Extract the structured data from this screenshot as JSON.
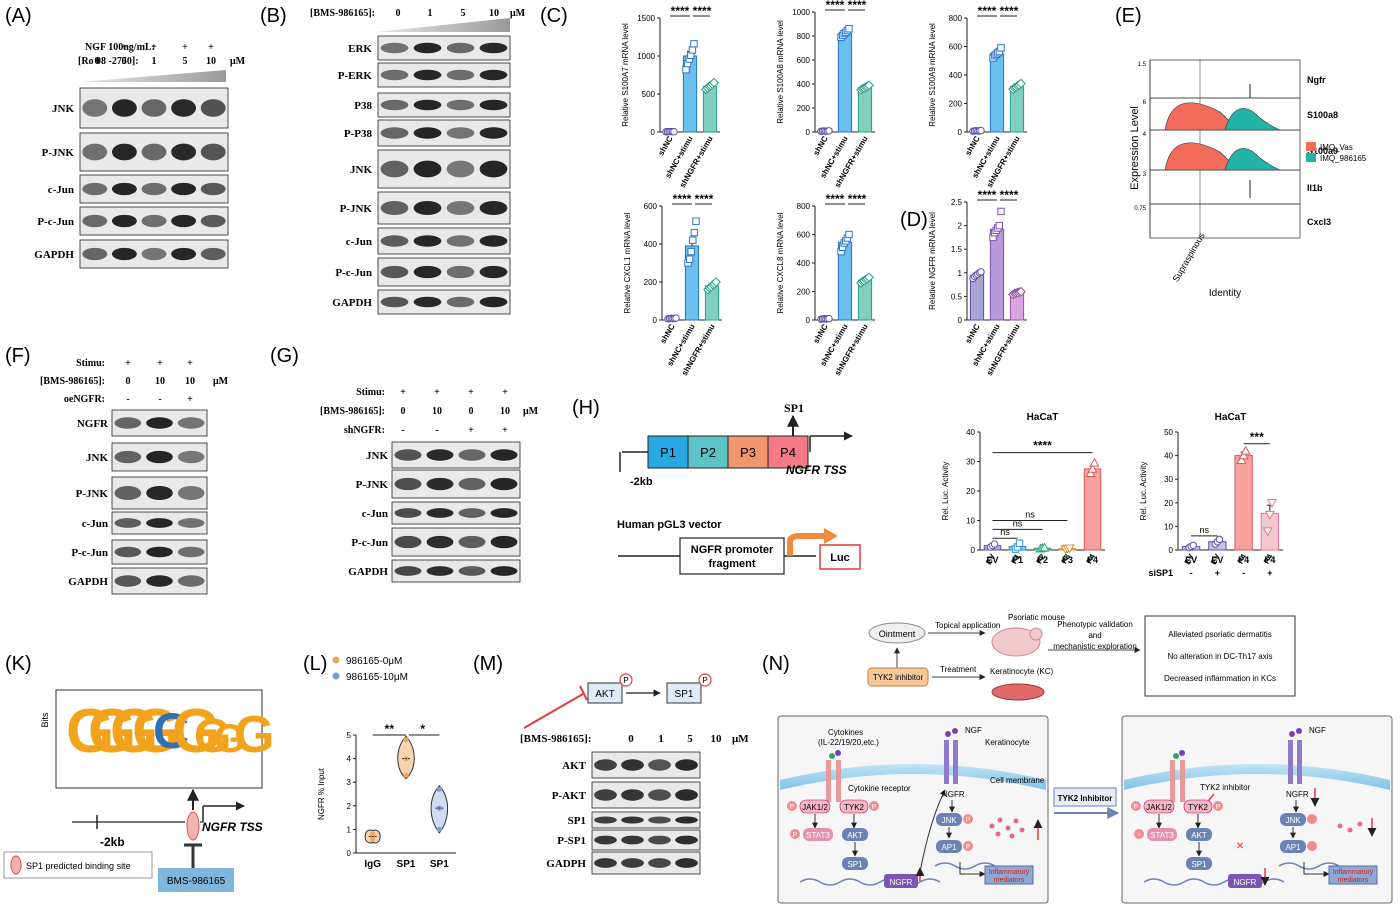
{
  "panels": {
    "A": {
      "letter": "(A)",
      "rows": [
        {
          "label": "NGF 100ng/mL:",
          "values": [
            "-",
            "+",
            "+",
            "+",
            "+"
          ]
        },
        {
          "label": "[Ro 08 -2750]:",
          "values": [
            "0",
            "0",
            "1",
            "5",
            "10"
          ],
          "unit": "μM"
        }
      ],
      "blots": [
        "JNK",
        "P-JNK",
        "c-Jun",
        "P-c-Jun",
        "GAPDH"
      ]
    },
    "B": {
      "letter": "(B)",
      "treatment": "[BMS-986165]:",
      "doses": [
        "0",
        "1",
        "5",
        "10"
      ],
      "unit": "μM",
      "blots": [
        "ERK",
        "P-ERK",
        "P38",
        "P-P38",
        "JNK",
        "P-JNK",
        "c-Jun",
        "P-c-Jun",
        "GAPDH"
      ]
    },
    "C": {
      "letter": "(C)"
    },
    "D": {
      "letter": "(D)"
    },
    "E": {
      "letter": "(E)",
      "genes": [
        "Ngfr",
        "S100a8",
        "S100a9",
        "Il1b",
        "Cxcl3"
      ],
      "ylabel": "Expression Level",
      "xlabel": "Identity",
      "xtick": "Supraspinous",
      "ticks": [
        "1.5",
        "6",
        "4",
        "3",
        "0.75"
      ],
      "legend": [
        {
          "name": "IMQ_Vas",
          "color": "#f26b5b"
        },
        {
          "name": "IMQ_986165",
          "color": "#21b3a8"
        }
      ]
    },
    "F": {
      "letter": "(F)",
      "rows": [
        {
          "label": "Stimu:",
          "values": [
            "+",
            "+",
            "+"
          ]
        },
        {
          "label": "[BMS-986165]:",
          "values": [
            "0",
            "10",
            "10"
          ],
          "unit": "μM"
        },
        {
          "label": "oeNGFR:",
          "values": [
            "-",
            "-",
            "+"
          ]
        }
      ],
      "blots": [
        "NGFR",
        "JNK",
        "P-JNK",
        "c-Jun",
        "P-c-Jun",
        "GAPDH"
      ]
    },
    "G": {
      "letter": "(G)",
      "rows": [
        {
          "label": "Stimu:",
          "values": [
            "+",
            "+",
            "+",
            "+"
          ]
        },
        {
          "label": "[BMS-986165]:",
          "values": [
            "0",
            "10",
            "0",
            "10"
          ],
          "unit": "μM"
        },
        {
          "label": "shNGFR:",
          "values": [
            "-",
            "-",
            "+",
            "+"
          ]
        }
      ],
      "blots": [
        "JNK",
        "P-JNK",
        "c-Jun",
        "P-c-Jun",
        "GAPDH"
      ]
    },
    "H": {
      "letter": "(H)",
      "segments": [
        "P1",
        "P2",
        "P3",
        "P4"
      ],
      "segment_colors": [
        "#29a9e1",
        "#5cc3c8",
        "#f0966e",
        "#f47b86"
      ],
      "sp1": "SP1",
      "start": "-2kb",
      "tss": "NGFR TSS",
      "vector": "Human pGL3 vector",
      "fragment_line1": "NGFR promoter",
      "fragment_line2": "fragment",
      "luc": "Luc"
    },
    "K": {
      "letter": "(K)",
      "ylabel": "Bits",
      "motif": [
        "G",
        "G",
        "G",
        "G",
        "C",
        "G",
        "G",
        "G",
        "G"
      ],
      "start": "-2kb",
      "tss": "NGFR TSS",
      "legend": "SP1 predicted binding site",
      "drug": "BMS-986165"
    },
    "M": {
      "letter": "(M)",
      "node1": "AKT",
      "node2": "SP1",
      "phos": "P",
      "treatment": "[BMS-986165]:",
      "doses": [
        "0",
        "1",
        "5",
        "10"
      ],
      "unit": "μM",
      "blots": [
        "AKT",
        "P-AKT",
        "SP1",
        "P-SP1",
        "GADPH"
      ]
    },
    "N": {
      "letter": "(N)",
      "ointment": "Ointment",
      "inhibitor": "TYK2 inhibitor",
      "topical": "Topical application",
      "treatment": "Treatment",
      "mouse": "Psoriatic mouse",
      "kc": "Keratinocyte (KC)",
      "validation": [
        "Phenotypic validation",
        "and",
        "mechanistic exploration"
      ],
      "outcomes": [
        "Alleviated psoriatic dermatitis",
        "No alteration in DC-Th17 axis",
        "Decreased inflammation in KCs"
      ],
      "cytokines": [
        "Cytokines",
        "(IL-22/19/20,etc.)"
      ],
      "cyto_receptor": "Cytokine receptor",
      "ngf": "NGF",
      "keratinocyte": "Keratinocyte",
      "membrane": "Cell membrane",
      "ngfr": "NGFR",
      "jak": "JAK1/2",
      "tyk2": "TYK2",
      "stat3": "STAT3",
      "akt": "AKT",
      "sp1": "SP1",
      "jnk": "JNK",
      "ap1": "AP1",
      "p": "P",
      "inflam": [
        "Inflammatory",
        "mediators"
      ],
      "arrow_label": "TYK2 Inhibitor",
      "tyk2_inhib": "TYK2 inhibitor"
    }
  },
  "chart_data": [
    {
      "id": "C1",
      "type": "bar",
      "categories": [
        "shNC",
        "shNC+stimu",
        "shNGFR+stimu"
      ],
      "values": [
        5,
        1000,
        600
      ],
      "points": [
        [
          3,
          5,
          4,
          6,
          5,
          4
        ],
        [
          820,
          900,
          960,
          1010,
          1080,
          1160
        ],
        [
          560,
          580,
          600,
          610,
          630,
          650
        ]
      ],
      "errors": [
        2,
        60,
        20
      ],
      "ylim": [
        0,
        1500
      ],
      "yticks": [
        0,
        500,
        1000,
        1500
      ],
      "ylabel": "Relative S100A7 mRNA level",
      "sig": [
        "****",
        "****"
      ],
      "colors": [
        "#9b8fd0",
        "#6cc0ef",
        "#7fd0be"
      ],
      "edges": [
        "#5e4fa8",
        "#2a73c4",
        "#2a9f86"
      ],
      "markers": [
        "circle",
        "square",
        "diamond"
      ]
    },
    {
      "id": "C2",
      "type": "bar",
      "categories": [
        "shNC",
        "shNC+stimu",
        "shNGFR+stimu"
      ],
      "values": [
        8,
        820,
        370
      ],
      "points": [
        [
          6,
          8,
          9,
          7,
          8,
          10
        ],
        [
          790,
          805,
          820,
          830,
          845,
          860
        ],
        [
          350,
          360,
          365,
          375,
          380,
          390
        ]
      ],
      "errors": [
        2,
        15,
        8
      ],
      "ylim": [
        0,
        1000
      ],
      "yticks": [
        0,
        200,
        400,
        600,
        800,
        1000
      ],
      "ylabel": "Relative S100A8 mRNA level",
      "sig": [
        "****",
        "****"
      ],
      "colors": [
        "#9b8fd0",
        "#6cc0ef",
        "#7fd0be"
      ],
      "edges": [
        "#5e4fa8",
        "#2a73c4",
        "#2a9f86"
      ],
      "markers": [
        "circle",
        "square",
        "diamond"
      ]
    },
    {
      "id": "C3",
      "type": "bar",
      "categories": [
        "shNC",
        "shNC+stimu",
        "shNGFR+stimu"
      ],
      "values": [
        8,
        550,
        320
      ],
      "points": [
        [
          6,
          8,
          9,
          7,
          8,
          10
        ],
        [
          520,
          535,
          545,
          555,
          565,
          590
        ],
        [
          300,
          310,
          315,
          325,
          330,
          340
        ]
      ],
      "errors": [
        2,
        15,
        10
      ],
      "ylim": [
        0,
        800
      ],
      "yticks": [
        0,
        200,
        400,
        600,
        800
      ],
      "ylabel": "Relative S100A9 mRNA level",
      "sig": [
        "****",
        "****"
      ],
      "colors": [
        "#9b8fd0",
        "#6cc0ef",
        "#7fd0be"
      ],
      "edges": [
        "#5e4fa8",
        "#2a73c4",
        "#2a9f86"
      ],
      "markers": [
        "circle",
        "square",
        "diamond"
      ]
    },
    {
      "id": "C4",
      "type": "bar",
      "categories": [
        "shNC",
        "shNC+stimu",
        "shNGFR+stimu"
      ],
      "values": [
        8,
        390,
        180
      ],
      "points": [
        [
          6,
          8,
          9,
          7,
          8,
          10
        ],
        [
          300,
          320,
          360,
          420,
          460,
          520
        ],
        [
          160,
          170,
          175,
          185,
          190,
          200
        ]
      ],
      "errors": [
        2,
        40,
        10
      ],
      "ylim": [
        0,
        600
      ],
      "yticks": [
        0,
        200,
        400,
        600
      ],
      "ylabel": "Relative CXCL1 mRNA level",
      "sig": [
        "****",
        "****"
      ],
      "colors": [
        "#9b8fd0",
        "#6cc0ef",
        "#7fd0be"
      ],
      "edges": [
        "#5e4fa8",
        "#2a73c4",
        "#2a9f86"
      ],
      "markers": [
        "circle",
        "square",
        "diamond"
      ]
    },
    {
      "id": "C5",
      "type": "bar",
      "categories": [
        "shNC",
        "shNC+stimu",
        "shNGFR+stimu"
      ],
      "values": [
        8,
        545,
        280
      ],
      "points": [
        [
          6,
          8,
          9,
          7,
          8,
          10
        ],
        [
          480,
          510,
          540,
          555,
          575,
          600
        ],
        [
          260,
          270,
          275,
          285,
          290,
          300
        ]
      ],
      "errors": [
        2,
        20,
        10
      ],
      "ylim": [
        0,
        800
      ],
      "yticks": [
        0,
        200,
        400,
        600,
        800
      ],
      "ylabel": "Relative CXCL8 mRNA level",
      "sig": [
        "****",
        "****"
      ],
      "colors": [
        "#9b8fd0",
        "#6cc0ef",
        "#7fd0be"
      ],
      "edges": [
        "#5e4fa8",
        "#2a73c4",
        "#2a9f86"
      ],
      "markers": [
        "circle",
        "square",
        "diamond"
      ]
    },
    {
      "id": "D",
      "type": "bar",
      "categories": [
        "shNC",
        "shNC+stimu",
        "shNGFR+stimu"
      ],
      "values": [
        0.95,
        1.92,
        0.57
      ],
      "points": [
        [
          0.88,
          0.92,
          0.95,
          0.97,
          1.0,
          1.02
        ],
        [
          1.75,
          1.85,
          1.9,
          1.95,
          2.0,
          2.3
        ],
        [
          0.54,
          0.56,
          0.57,
          0.58,
          0.59,
          0.6
        ]
      ],
      "errors": [
        0.03,
        0.08,
        0.01
      ],
      "ylim": [
        0,
        2.5
      ],
      "yticks": [
        0,
        0.5,
        1.0,
        1.5,
        2.0,
        2.5
      ],
      "ylabel": "Relative NGFR mRNA level",
      "sig": [
        "****",
        "****"
      ],
      "colors": [
        "#a9a4d6",
        "#b79ad8",
        "#d9a6dc"
      ],
      "edges": [
        "#5e4fa8",
        "#7e4fb0",
        "#9b4faa"
      ],
      "markers": [
        "circle",
        "square",
        "diamond"
      ]
    },
    {
      "id": "I",
      "type": "bar",
      "title": "HaCaT",
      "categories": [
        "EV",
        "P1",
        "P2",
        "P3",
        "P4"
      ],
      "values": [
        1.5,
        1.2,
        0.6,
        0.5,
        27.5
      ],
      "points": [
        [
          1.0,
          1.5,
          2.0
        ],
        [
          0.3,
          1.0,
          2.3
        ],
        [
          0.4,
          0.6,
          0.8
        ],
        [
          0.3,
          0.5,
          0.6
        ],
        [
          26,
          27.5,
          29.5
        ]
      ],
      "errors": [
        0.3,
        0.6,
        0.1,
        0.1,
        1.0
      ],
      "ylim": [
        0,
        40
      ],
      "yticks": [
        0,
        10,
        20,
        30,
        40
      ],
      "ylabel": "Rel. Luc. Activity",
      "comparisons": [
        [
          "EV",
          "P1",
          "ns"
        ],
        [
          "EV",
          "P2",
          "ns"
        ],
        [
          "EV",
          "P3",
          "ns"
        ],
        [
          "EV",
          "P4",
          "****"
        ]
      ],
      "colors": [
        "#b7a6e0",
        "#7fcff0",
        "#8fd8c0",
        "#f3c07a",
        "#f6a3a0"
      ],
      "edges": [
        "#6a4fb0",
        "#2a8fd0",
        "#2aa080",
        "#d89030",
        "#e25555"
      ],
      "markers": [
        "circle",
        "square",
        "triangle",
        "triangle-down",
        "triangle"
      ]
    },
    {
      "id": "J",
      "type": "bar",
      "title": "HaCaT",
      "categories": [
        "EV",
        "EV",
        "P4",
        "P4"
      ],
      "siSP1": [
        "-",
        "+",
        "-",
        "+"
      ],
      "values": [
        1.5,
        3.5,
        40,
        15.5
      ],
      "points": [
        [
          1.0,
          1.5,
          2.0
        ],
        [
          2.5,
          3.5,
          4.5
        ],
        [
          38,
          40,
          42
        ],
        [
          8,
          15,
          20
        ]
      ],
      "errors": [
        0.3,
        0.8,
        1.5,
        3.5
      ],
      "ylim": [
        0,
        50
      ],
      "yticks": [
        0,
        10,
        20,
        30,
        40,
        50
      ],
      "ylabel": "Rel. Luc. Activity",
      "comparisons": [
        [
          "EV",
          "EV",
          "ns"
        ],
        [
          "P4",
          "P4",
          "***"
        ]
      ],
      "xlabel2": "siSP1",
      "colors": [
        "#c8bfe7",
        "#c8bfe7",
        "#f6a3a0",
        "#f7c7d0"
      ],
      "edges": [
        "#5e4fa8",
        "#5e4fa8",
        "#e25555",
        "#e07890"
      ],
      "markers": [
        "circle",
        "circle",
        "triangle",
        "triangle-down"
      ]
    },
    {
      "id": "L",
      "type": "violin",
      "categories": [
        "IgG",
        "SP1",
        "SP1"
      ],
      "values": [
        0.7,
        4.0,
        1.9
      ],
      "points": [
        [
          0.6,
          0.7,
          0.8
        ],
        [
          3.3,
          4.0,
          4.8
        ],
        [
          1.0,
          1.9,
          2.7
        ]
      ],
      "ylim": [
        0,
        5
      ],
      "yticks": [
        0,
        1,
        2,
        3,
        4,
        5
      ],
      "ylabel": "NGFR % Input",
      "series": [
        {
          "name": "986165-0μM",
          "color": "#f2a65a"
        },
        {
          "name": "986165-10μM",
          "color": "#7a9bd6"
        }
      ],
      "sig": [
        "**",
        "*"
      ]
    }
  ]
}
